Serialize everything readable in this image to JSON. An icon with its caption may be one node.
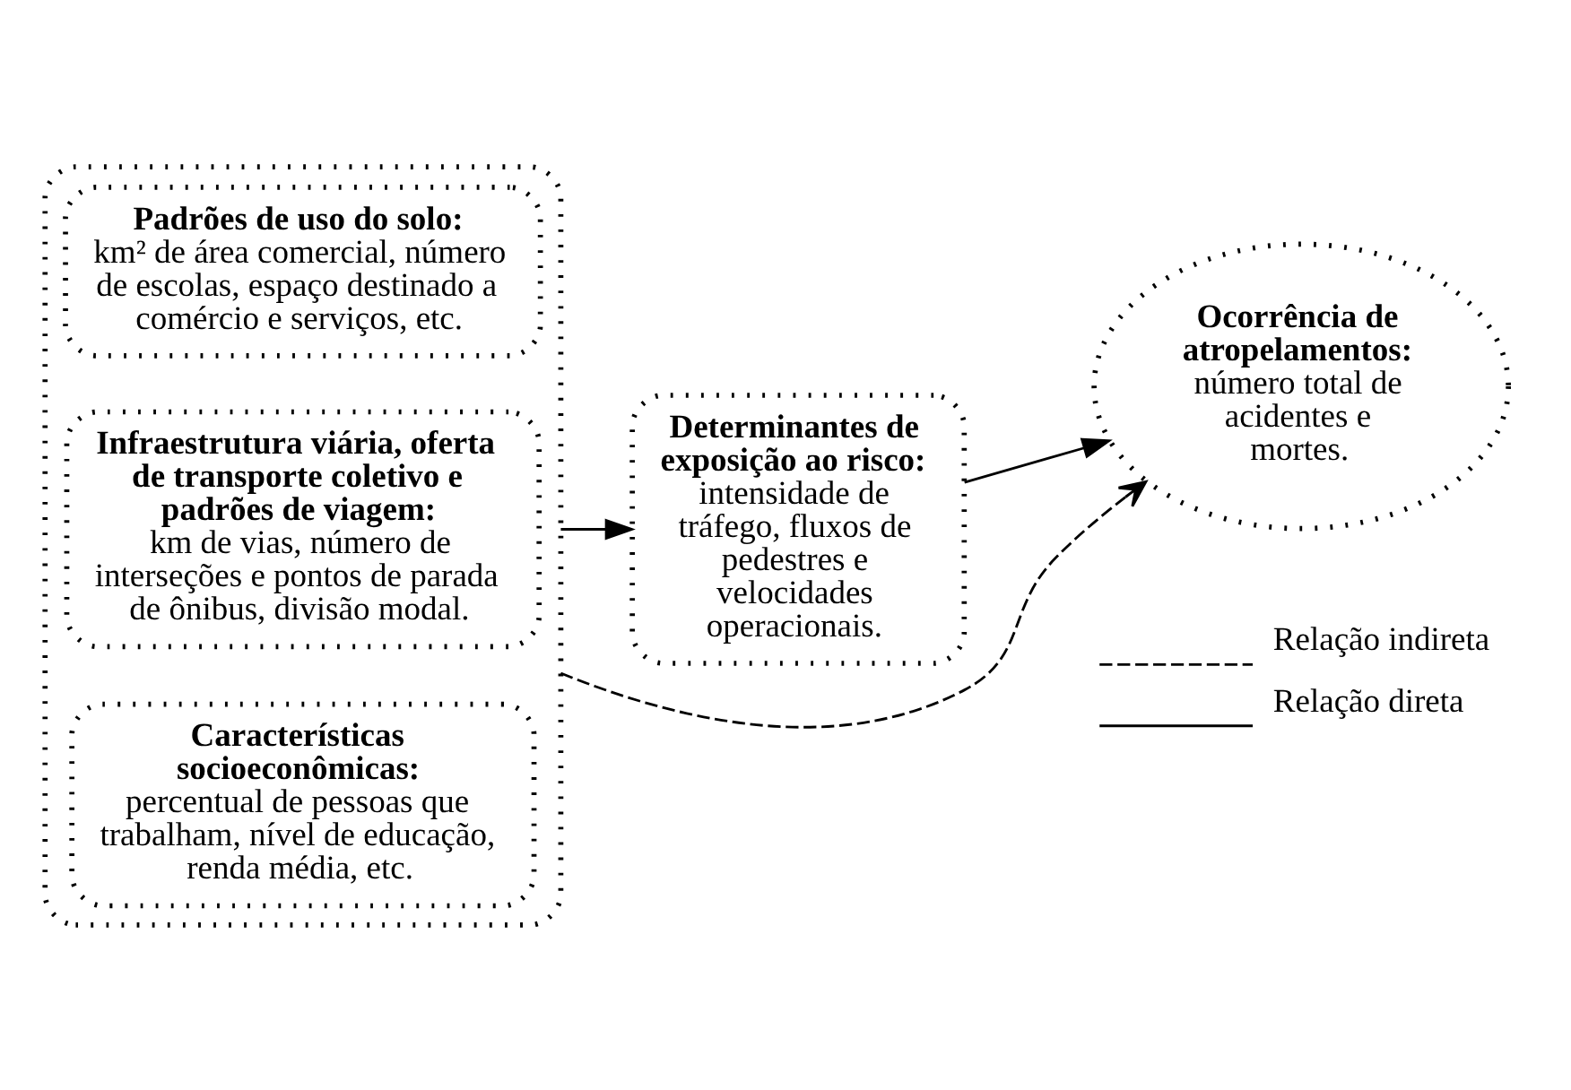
{
  "diagram": {
    "nodes": [
      {
        "text": [],
        "shape": "box"
      },
      {
        "text": [
          "Padrões de uso do solo:",
          "km² de área comercial, número de escolas, espaço destinado a comércio e serviços, etc."
        ],
        "in": 0
      },
      {
        "text": [
          "Infraestrutura viária, oferta de transporte coletivo e padrões de viagem:",
          "km de vias, número de interseções e pontos de parada de ônibus, divisão modal."
        ],
        "in": 0
      },
      {
        "text": [
          "Características socioeconômicas:",
          "percentual de pessoas que trabalham, nível de educação, renda média, etc."
        ],
        "in": 0
      },
      {
        "text": [
          "Determinantes de exposição ao risco:",
          "intensidade de tráfego, fluxos de pedestres e velocidades operacionais."
        ]
      },
      {
        "text": [
          "Ocorrência de atropelamentos:",
          "número total de acidentes e mortes."
        ]
      }
    ],
    "edges": [
      {
        "from": 0,
        "to": 4,
        "arrow": "to"
      },
      {
        "from": 4,
        "to": 5,
        "arrow": "to"
      },
      {
        "from": 0,
        "to": 5,
        "arrow": "to",
        "style": "dashed"
      }
    ],
    "legend": [
      {
        "text": "Relação indireta"
      },
      {
        "text": "Relação direta"
      }
    ]
  }
}
